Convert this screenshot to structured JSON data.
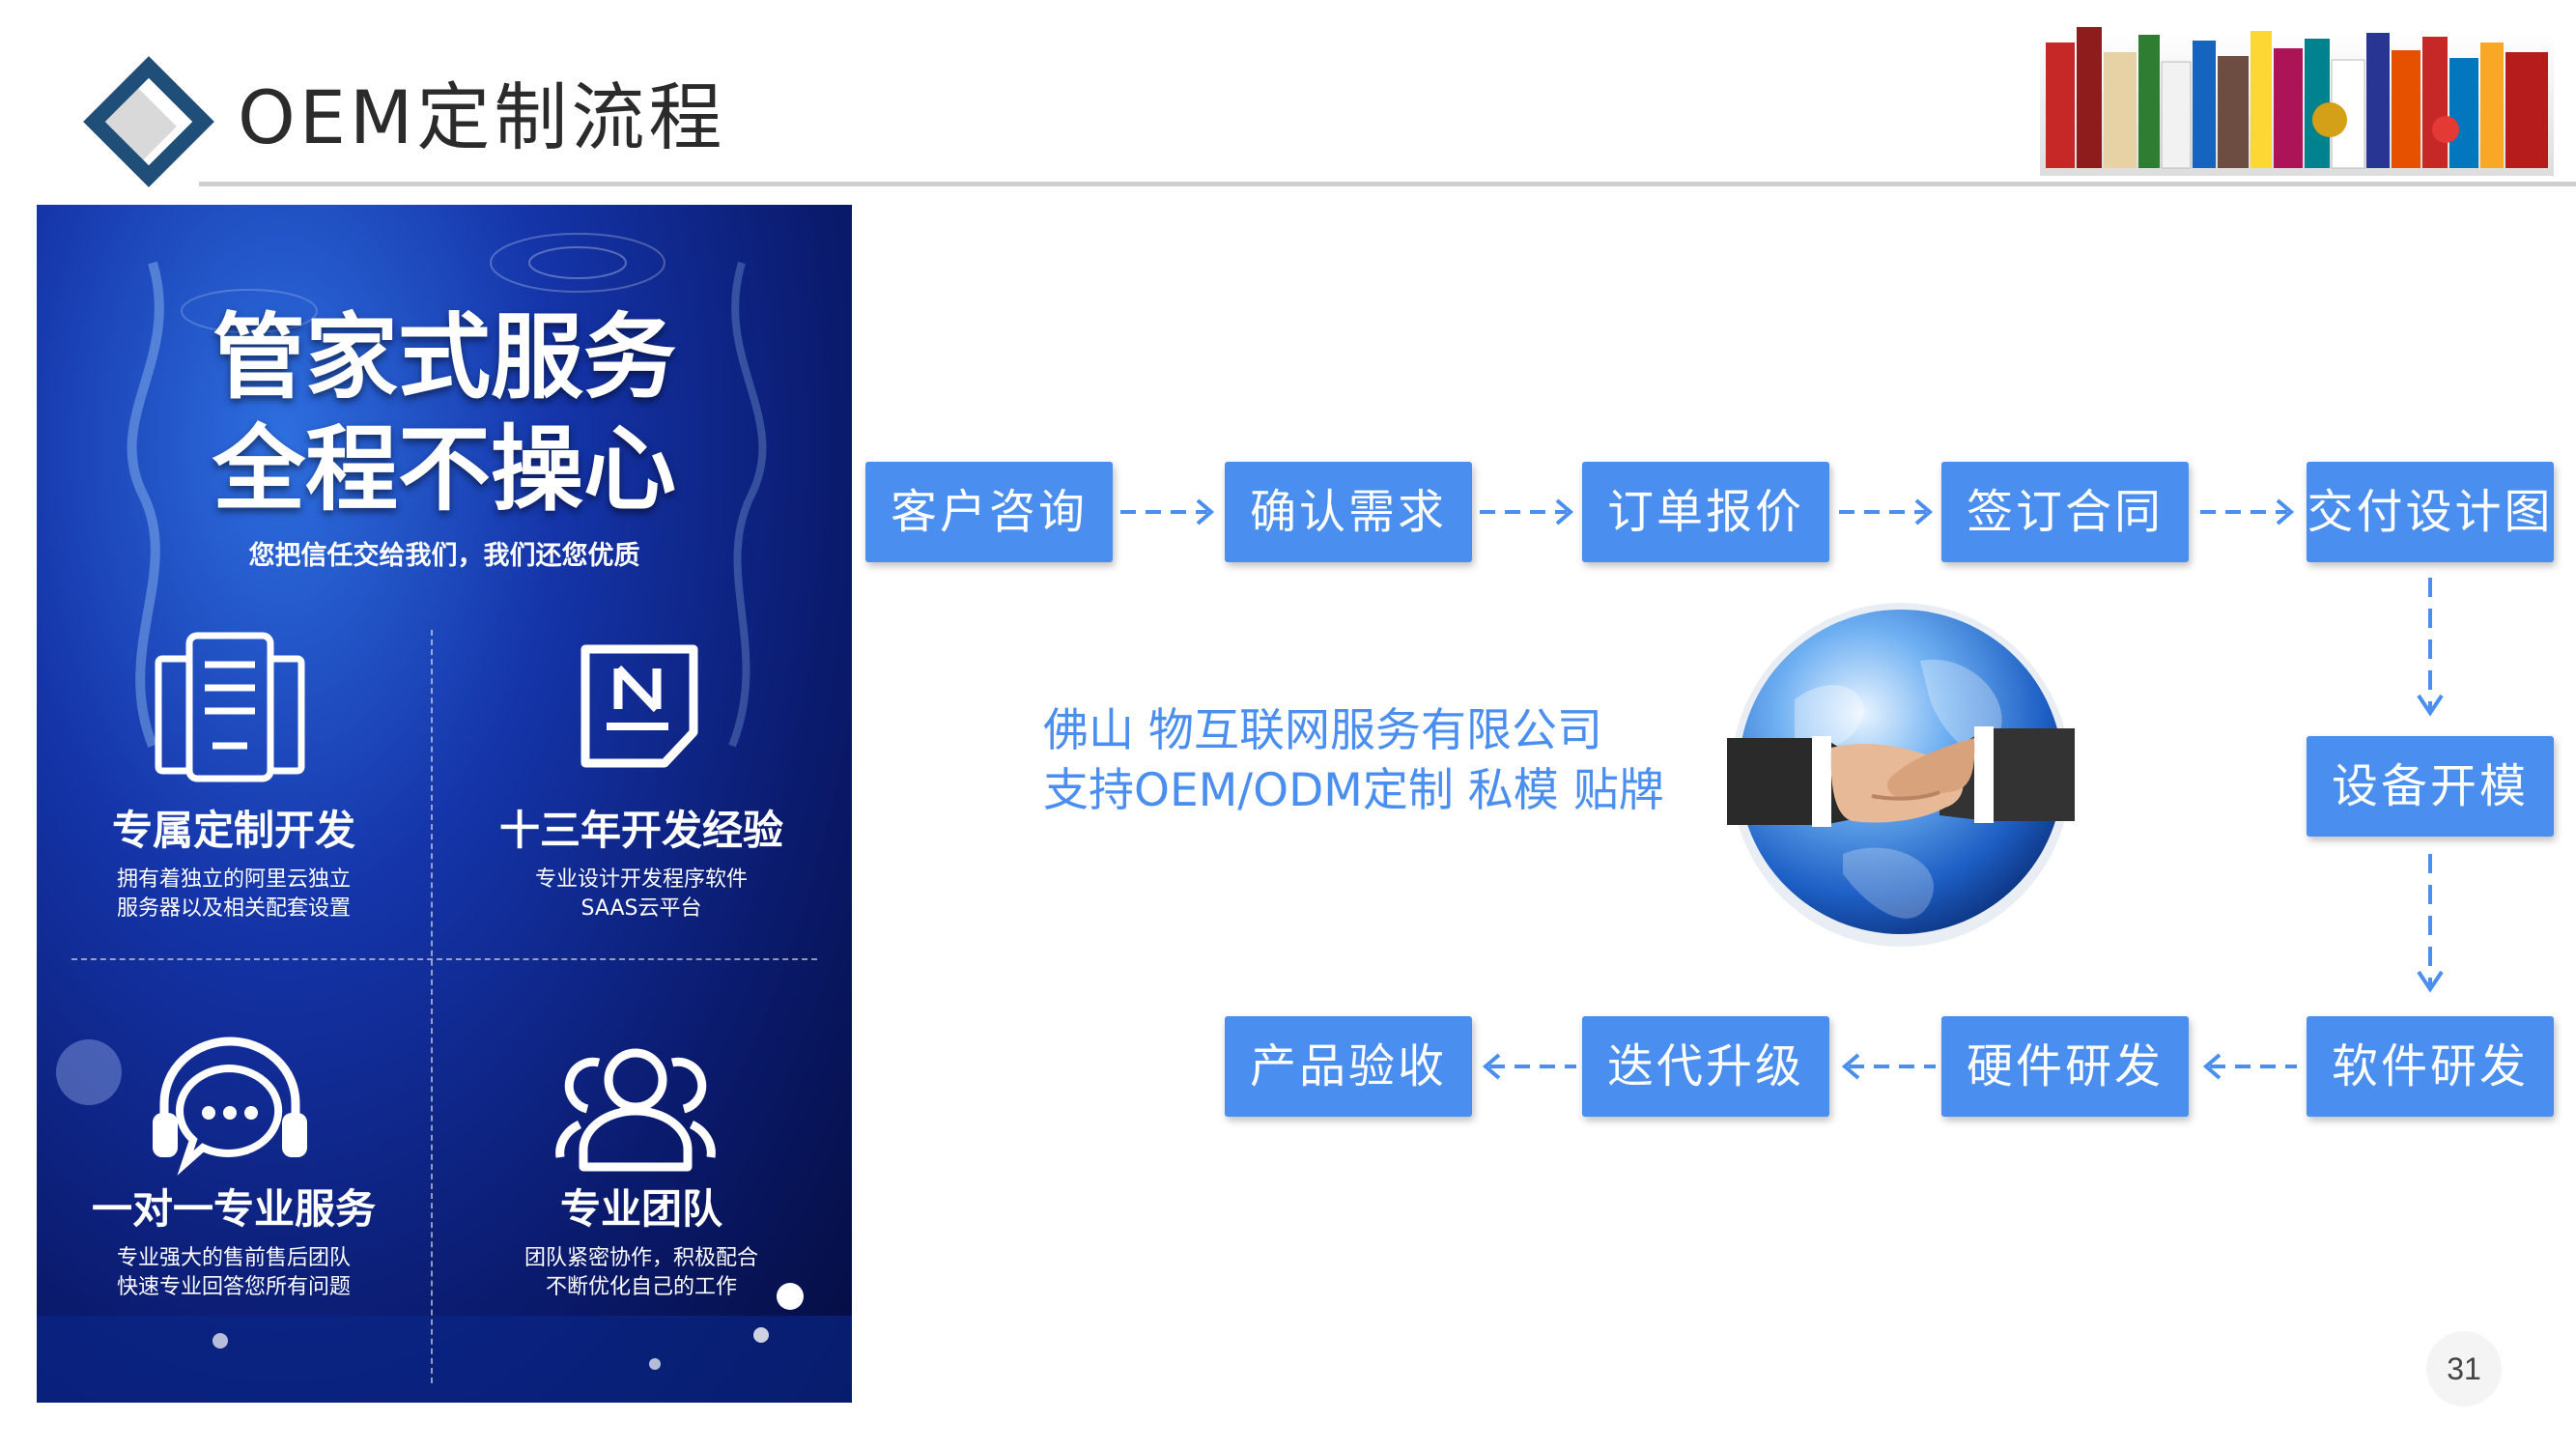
{
  "header": {
    "title": "OEM定制流程",
    "logo_icon": "diamond-logo-icon",
    "collage_icon": "product-boxes-image"
  },
  "poster": {
    "headline_1": "管家式服务",
    "headline_2": "全程不操心",
    "subtitle": "您把信任交给我们，我们还您优质",
    "features": [
      {
        "icon": "server-icon",
        "title": "专属定制开发",
        "desc_1": "拥有着独立的阿里云独立",
        "desc_2": "服务器以及相关配套设置"
      },
      {
        "icon": "n-document-icon",
        "title": "十三年开发经验",
        "desc_1": "专业设计开发程序软件",
        "desc_2": "SAAS云平台"
      },
      {
        "icon": "headset-chat-icon",
        "title": "一对一专业服务",
        "desc_1": "专业强大的售前售后团队",
        "desc_2": "快速专业回答您所有问题"
      },
      {
        "icon": "team-icon",
        "title": "专业团队",
        "desc_1": "团队紧密协作，积极配合",
        "desc_2": "不断优化自己的工作"
      }
    ]
  },
  "flow": {
    "steps": [
      "客户咨询",
      "确认需求",
      "订单报价",
      "签订合同",
      "交付设计图",
      "设备开模",
      "软件研发",
      "硬件研发",
      "迭代升级",
      "产品验收"
    ],
    "accent_color": "#4a8ef0"
  },
  "company": {
    "line_1": "佛山        物互联网服务有限公司",
    "line_2": "支持OEM/ODM定制 私模 贴牌",
    "image": "handshake-globe-image"
  },
  "page_number": "31"
}
